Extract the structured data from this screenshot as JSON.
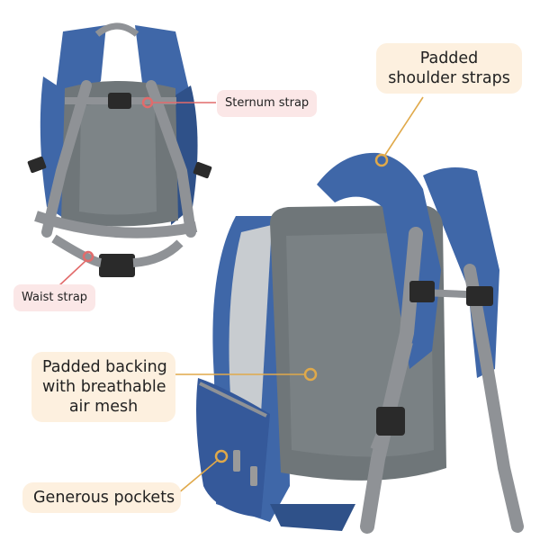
{
  "callouts": {
    "sternum": {
      "text": "Sternum strap"
    },
    "waist": {
      "text": "Waist strap"
    },
    "shoulder": {
      "lines": [
        "Padded",
        "shoulder straps"
      ]
    },
    "backing": {
      "lines": [
        "Padded backing",
        "with breathable",
        "air mesh"
      ]
    },
    "pockets": {
      "text": "Generous pockets"
    }
  },
  "colors": {
    "denim_blue": "#3f67a8",
    "denim_dark": "#2f5189",
    "strap_gray": "#8f9296",
    "mesh_gray": "#767c7e",
    "callout_cream": "#fdf0df",
    "callout_pink": "#fbe7e7",
    "pointer_gold": "#e0a94a",
    "pointer_red": "#e26b6b"
  }
}
